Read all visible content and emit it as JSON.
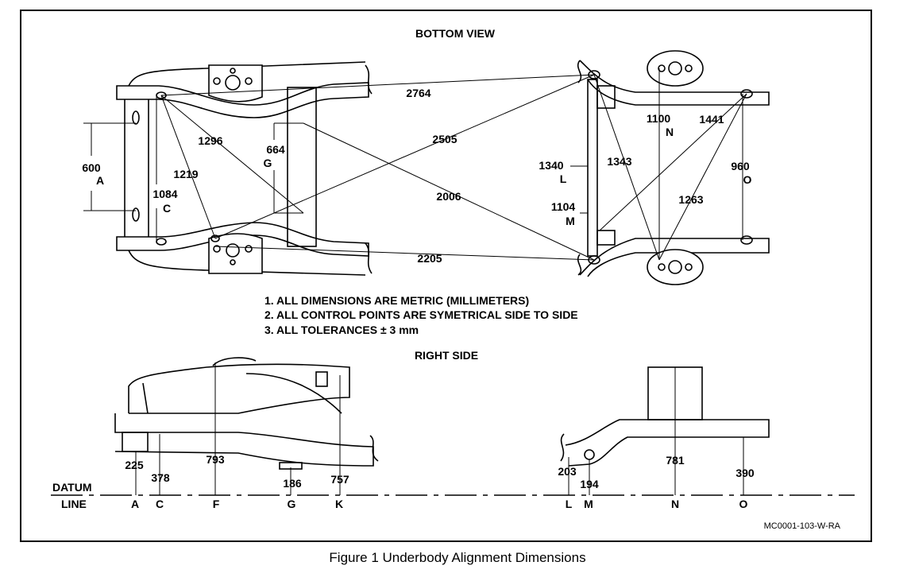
{
  "titles": {
    "bottom_view": "BOTTOM VIEW",
    "right_side": "RIGHT SIDE"
  },
  "notes": [
    "1.  ALL DIMENSIONS ARE METRIC (MILLIMETERS)",
    "2.  ALL CONTROL POINTS ARE SYMETRICAL SIDE TO SIDE",
    "3.  ALL TOLERANCES ± 3 mm"
  ],
  "bottom_view": {
    "diagonals": {
      "d2764": "2764",
      "d2505": "2505",
      "d2006": "2006",
      "d2205": "2205",
      "d1296": "1296",
      "d1219": "1219",
      "d1343": "1343",
      "d1441": "1441",
      "d1263": "1263"
    },
    "widths": [
      {
        "value": "600",
        "point": "A"
      },
      {
        "value": "1084",
        "point": "C"
      },
      {
        "value": "664",
        "point": "G"
      },
      {
        "value": "1340",
        "point": "L"
      },
      {
        "value": "1104",
        "point": "M"
      },
      {
        "value": "1100",
        "point": "N"
      },
      {
        "value": "960",
        "point": "O"
      }
    ]
  },
  "right_side": {
    "heights": {
      "h225": "225",
      "h378": "378",
      "h793": "793",
      "h186": "186",
      "h757": "757",
      "h203": "203",
      "h194": "194",
      "h781": "781",
      "h390": "390"
    },
    "datum_line": [
      "DATUM",
      "LINE"
    ],
    "points": {
      "A": "A",
      "C": "C",
      "F": "F",
      "G": "G",
      "K": "K",
      "L": "L",
      "M": "M",
      "N": "N",
      "O": "O"
    }
  },
  "reference": "MC0001-103-W-RA",
  "caption": "Figure 1 Underbody Alignment Dimensions"
}
